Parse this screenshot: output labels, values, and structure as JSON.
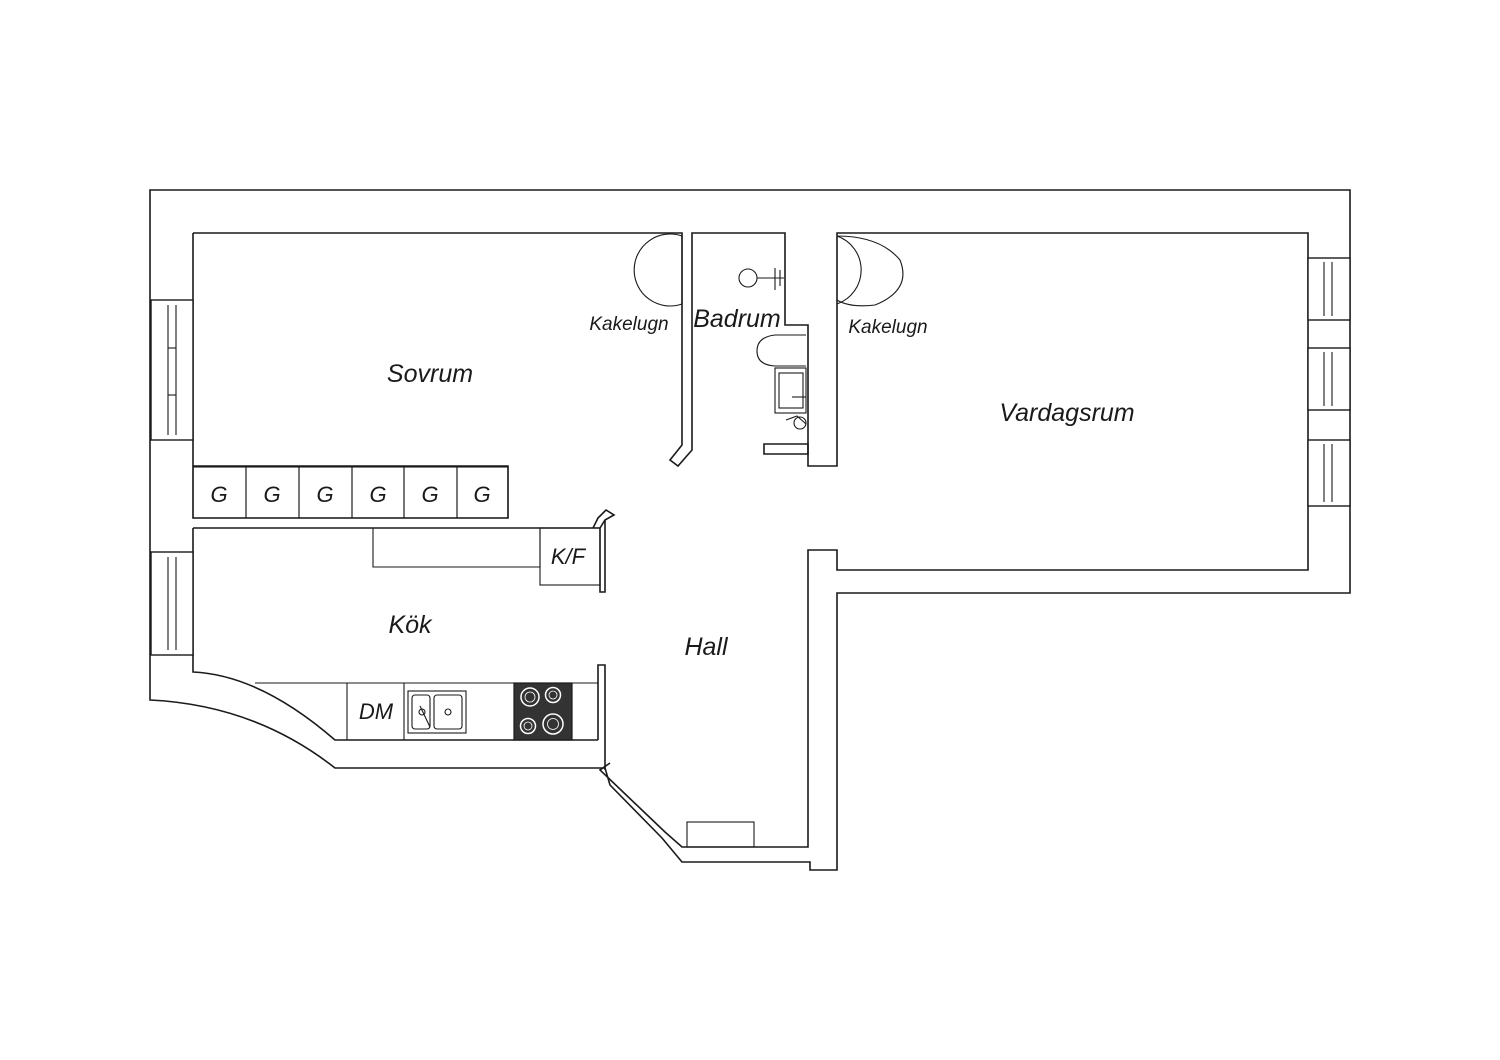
{
  "rooms": {
    "sovrum": "Sovrum",
    "badrum": "Badrum",
    "vardagsrum": "Vardagsrum",
    "kok": "Kök",
    "hall": "Hall"
  },
  "fixtures": {
    "kakelugn_1": "Kakelugn",
    "kakelugn_2": "Kakelugn",
    "kf": "K/F",
    "dm": "DM"
  },
  "wardrobes": [
    "G",
    "G",
    "G",
    "G",
    "G",
    "G"
  ],
  "colors": {
    "line": "#1a1a1a",
    "background": "#ffffff",
    "stove": "#333333"
  }
}
